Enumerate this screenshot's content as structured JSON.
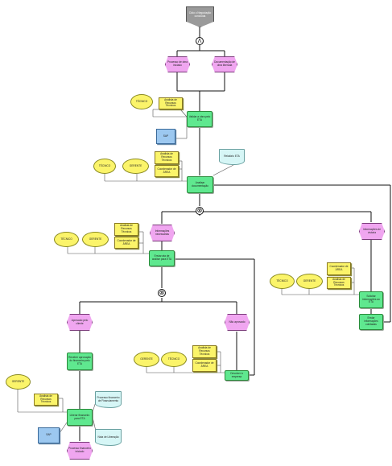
{
  "diagram": {
    "start": "Ciclo o Negociação concluída",
    "gateways": {
      "and_symbol": "Λ",
      "xor_symbol": "⊗"
    },
    "events": {
      "obra_iniciada": "Processo de obra iniciado",
      "documentacao_liberada": "Documentação de obra liberada",
      "informacoes_necessarias": "Informações necessárias",
      "informacoes_vistoria": "Informações de vistoria",
      "aprovado": "Aprovado pelo cliente",
      "nao_aprovado": "Não aprovado",
      "processo_financeiro": "Processo financeiro iniciado"
    },
    "functions": {
      "validar_obra": "Validar a obra pelo ETA",
      "analisar_documentacao": "Analisar documentação",
      "enviar_ata": "Enviar ata de análise para ETA",
      "solicitar_informacoes": "Solicitar informações ao ETA",
      "enviar_informacoes": "Enviar informações coletadas",
      "receber_aprovacao": "Receber aprovação do financeiro pelo ETA",
      "devolver_empresa": "Devolver à empresa",
      "liberar_financeiro": "Liberar financeiro para ETA"
    },
    "roles": {
      "tecnico": "TÉCNICO",
      "gerente": "GERENTE",
      "analista": "Analista de Recursos Técnicos",
      "coordenador": "Coordenador de ÁREA"
    },
    "systems": {
      "sap": "SAP",
      "sap_mm": "SAP"
    },
    "documents": {
      "relatorio_eta": "Relatório ETA",
      "processo_financeiro": "Processo financeiro de Financiamento",
      "nota_fiscal": "Nota de Liberação"
    }
  }
}
